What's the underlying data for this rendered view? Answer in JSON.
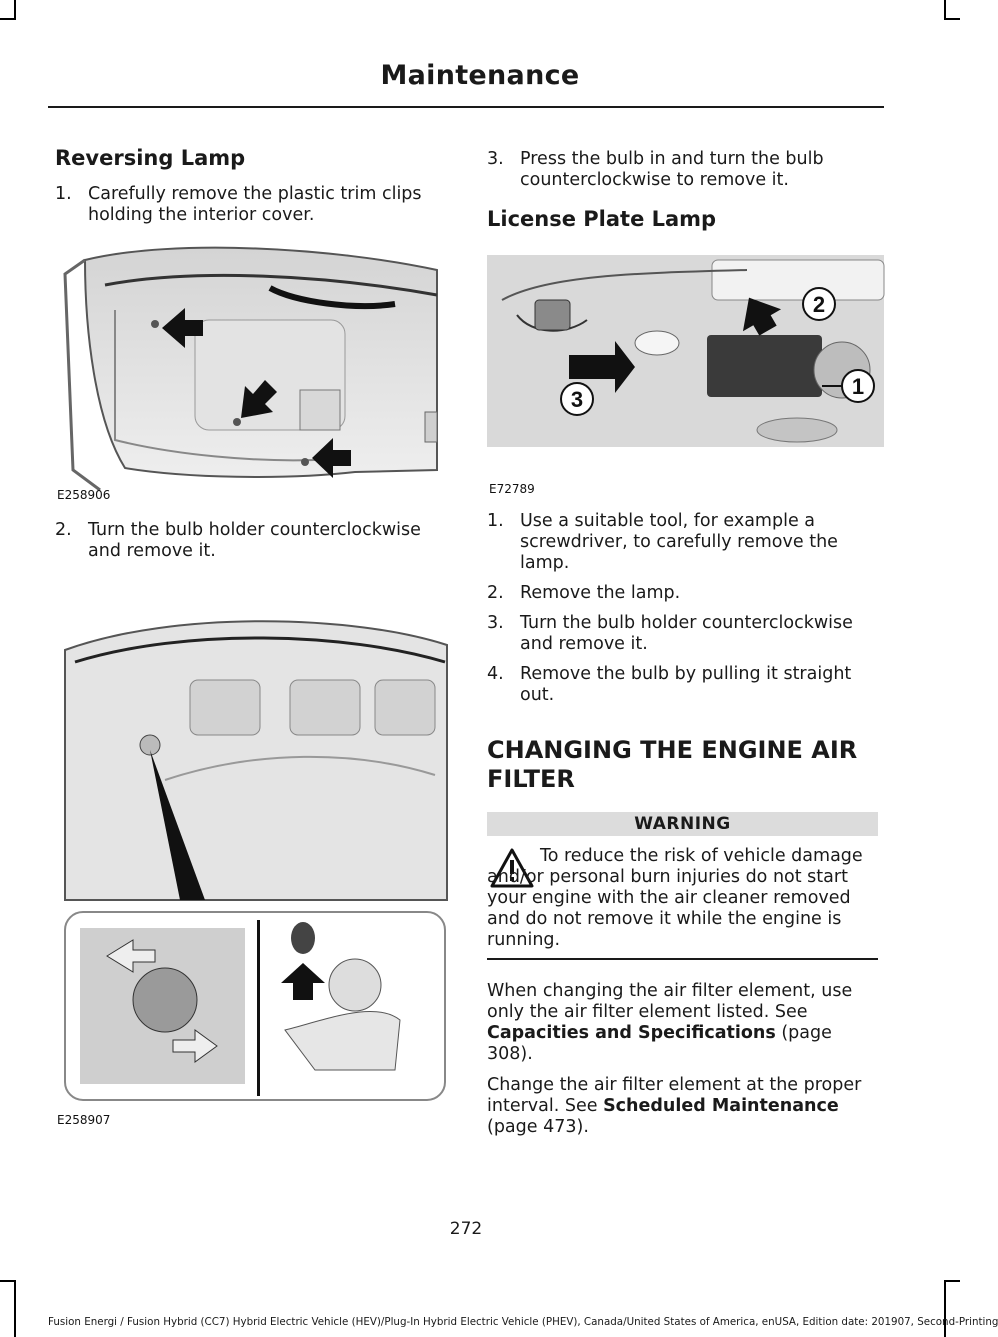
{
  "header": {
    "title": "Maintenance"
  },
  "left": {
    "heading": "Reversing Lamp",
    "steps": [
      {
        "num": "1.",
        "text": "Carefully remove the plastic trim clips holding the interior cover."
      },
      {
        "num": "2.",
        "text": "Turn the bulb holder counterclockwise and remove it."
      }
    ],
    "fig1_code": "E258906",
    "fig2_code": "E258907"
  },
  "right": {
    "step3": {
      "num": "3.",
      "text": "Press the bulb in and turn the bulb counterclockwise to remove it."
    },
    "heading": "License Plate Lamp",
    "fig_code": "E72789",
    "fig_callouts": [
      "1",
      "2",
      "3"
    ],
    "steps": [
      {
        "num": "1.",
        "text": "Use a suitable tool, for example a screwdriver, to carefully remove the lamp."
      },
      {
        "num": "2.",
        "text": "Remove the lamp."
      },
      {
        "num": "3.",
        "text": "Turn the bulb holder counterclockwise and remove it."
      },
      {
        "num": "4.",
        "text": "Remove the bulb by pulling it straight out."
      }
    ],
    "section_title_line1": "CHANGING THE ENGINE AIR",
    "section_title_line2": "FILTER",
    "warning_label": "WARNING",
    "warning_text": "To reduce the risk of vehicle damage and/or personal burn injuries do not start your engine with the air cleaner removed and do not remove it while the engine is running.",
    "para1_pre": "When changing the air filter element, use only the air filter element listed.  See ",
    "para1_link": "Capacities and Specifications",
    "para1_post": " (page 308).",
    "para2_pre": "Change the air filter element at the proper interval.  See ",
    "para2_link": "Scheduled Maintenance",
    "para2_post": " (page 473)."
  },
  "page_number": "272",
  "footer": "Fusion Energi / Fusion Hybrid (CC7) Hybrid Electric Vehicle (HEV)/Plug-In Hybrid Electric Vehicle (PHEV), Canada/United States of America, enUSA, Edition date: 201907, Second-Printing",
  "colors": {
    "text": "#1a1a1a",
    "warning_band": "#dcdcdc",
    "arrow": "#111111"
  }
}
